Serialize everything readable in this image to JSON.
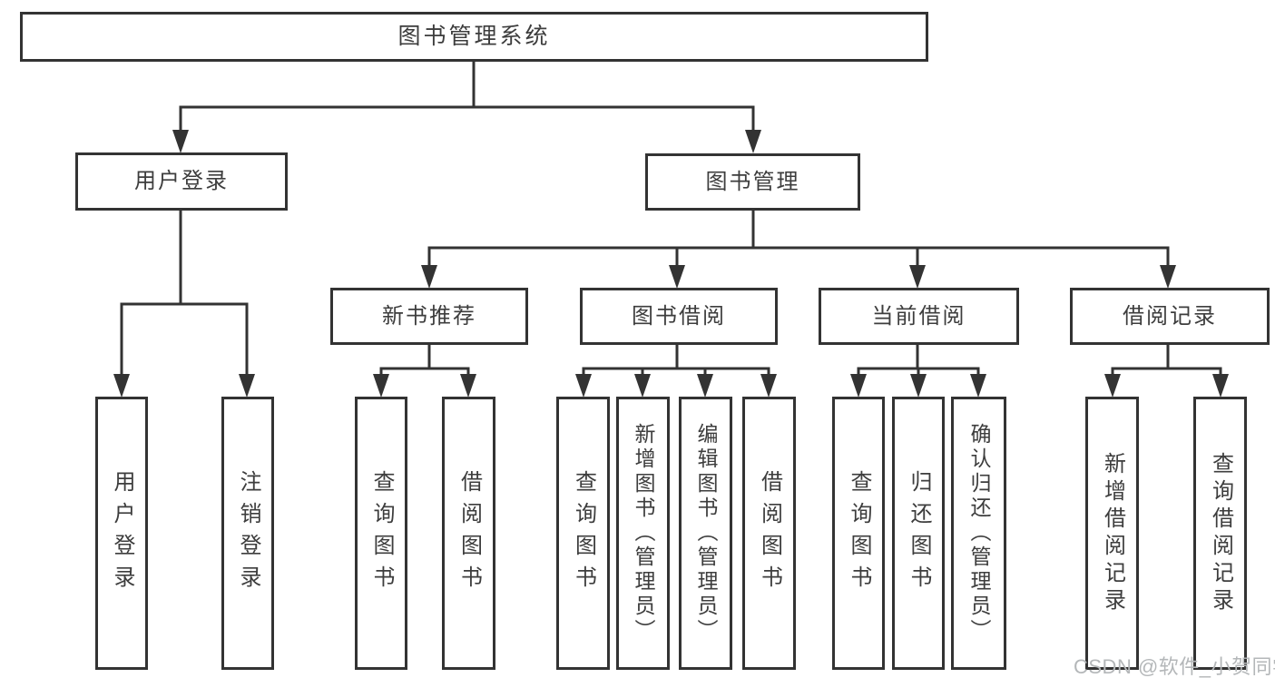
{
  "tree": {
    "root": {
      "label": "图书管理系统"
    },
    "branches": [
      {
        "label": "用户登录",
        "children": [
          {
            "label": "用户登录"
          },
          {
            "label": "注销登录"
          }
        ]
      },
      {
        "label": "图书管理",
        "groups": [
          {
            "label": "新书推荐",
            "children": [
              {
                "label": "查询图书"
              },
              {
                "label": "借阅图书"
              }
            ]
          },
          {
            "label": "图书借阅",
            "children": [
              {
                "label": "查询图书"
              },
              {
                "label": "新增图书（管理员）"
              },
              {
                "label": "编辑图书（管理员）"
              },
              {
                "label": "借阅图书"
              }
            ]
          },
          {
            "label": "当前借阅",
            "children": [
              {
                "label": "查询图书"
              },
              {
                "label": "归还图书"
              },
              {
                "label": "确认归还（管理员）"
              }
            ]
          },
          {
            "label": "借阅记录",
            "children": [
              {
                "label": "新增借阅记录"
              },
              {
                "label": "查询借阅记录"
              }
            ]
          }
        ]
      }
    ]
  },
  "watermark": {
    "text": "CSDN @软件_小贺同学",
    "color": "#b4b7b9"
  },
  "colors": {
    "line": "#333333",
    "text": "#3d3d3d",
    "box_background": "#ffffff",
    "page_background": "#ffffff"
  }
}
